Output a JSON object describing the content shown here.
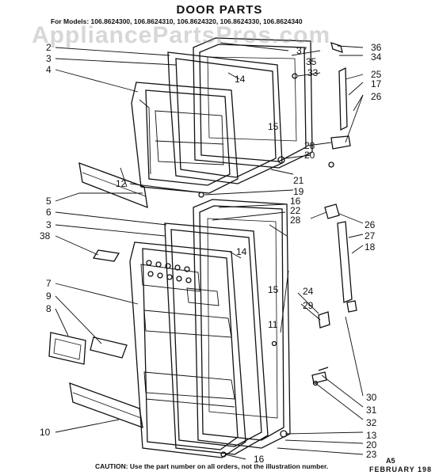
{
  "title": "DOOR PARTS",
  "models_line": "For Models: 106.8624300, 106.8624310, 106.8624320, 106.8624330, 106.8624340",
  "watermark": "AppliancePartsPros.com",
  "caution": "CAUTION: Use the part number on all orders, not the illustration number.",
  "footer_code": "A5",
  "footer_date": "FEBRUARY 198",
  "callouts": {
    "n2": "2",
    "n3a": "3",
    "n4": "4",
    "n12": "12",
    "n5": "5",
    "n6": "6",
    "n3b": "3",
    "n38": "38",
    "n7": "7",
    "n9": "9",
    "n8": "8",
    "n10": "10",
    "n14a": "14",
    "n14b": "14",
    "n15a": "15",
    "n15b": "15",
    "n11": "11",
    "n37": "37",
    "n35": "35",
    "n33": "33",
    "n36": "36",
    "n34": "34",
    "n25": "25",
    "n17": "17",
    "n26a": "26",
    "n28a": "28",
    "n20a": "20",
    "n21": "21",
    "n19": "19",
    "n16a": "16",
    "n22": "22",
    "n28b": "28",
    "n26b": "26",
    "n27": "27",
    "n18": "18",
    "n24": "24",
    "n29": "29",
    "n30": "30",
    "n31": "31",
    "n32": "32",
    "n13": "13",
    "n20b": "20",
    "n23": "23",
    "n16b": "16"
  }
}
